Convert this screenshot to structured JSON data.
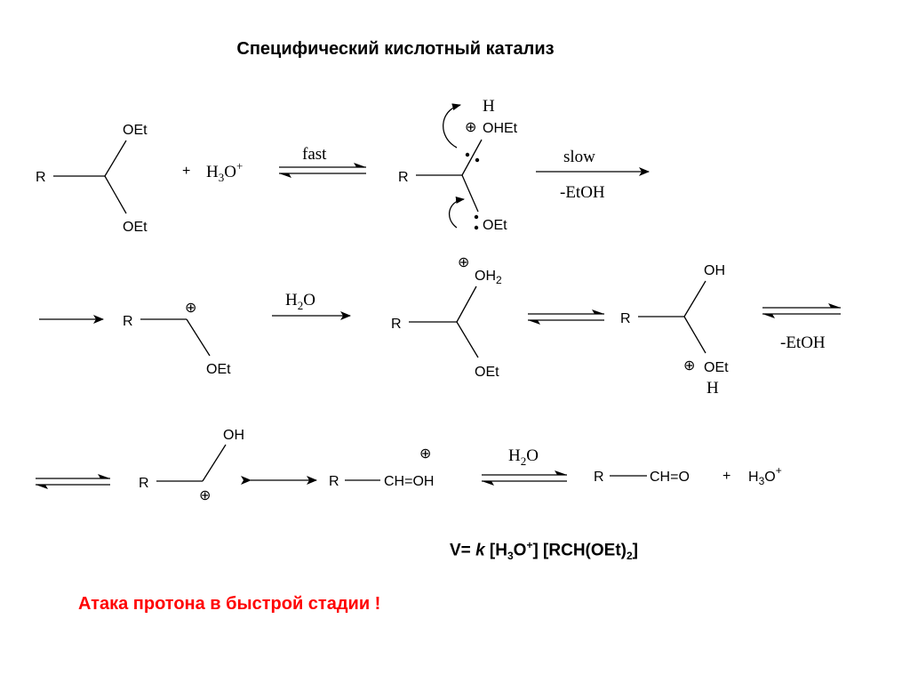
{
  "title": "Специфический кислотный катализ",
  "labels": {
    "R": "R",
    "OEt": "OEt",
    "OHEt": "OHEt",
    "H": "H",
    "OH": "OH",
    "OH2": "OH",
    "OH2_sub": "2",
    "CH_OH": "CH=OH",
    "CH_O": "CH=O",
    "plus": "+",
    "charge": "⊕"
  },
  "reagent": {
    "h3o_main": "H",
    "h3o_sub": "3",
    "h3o_o": "O",
    "h3o_sup": "+"
  },
  "conditions": {
    "fast": "fast",
    "slow": "slow",
    "minus_etoh": "-EtOH",
    "h2o_main": "H",
    "h2o_sub": "2",
    "h2o_o": "O"
  },
  "rate_law": {
    "prefix": "V= ",
    "k": "k",
    "open1": " [H",
    "sub1": "3",
    "o1": "O",
    "sup1": "+",
    "close1": "] [RCH(OEt)",
    "sub2": "2",
    "close2": "]"
  },
  "note": {
    "text": "Атака протона в быстрой стадии !",
    "color": "#ff0000"
  }
}
